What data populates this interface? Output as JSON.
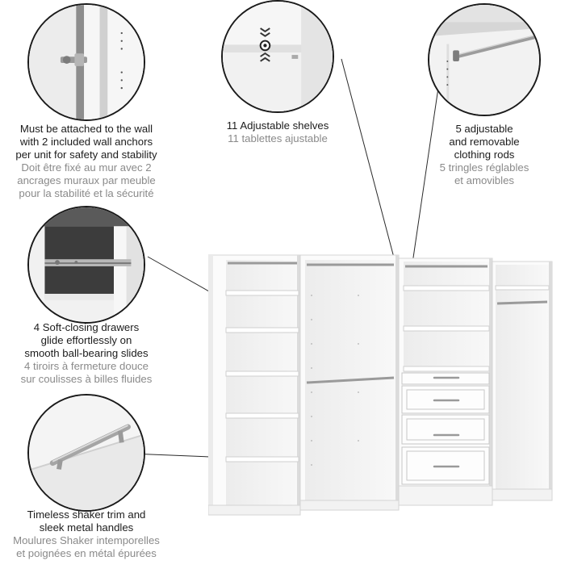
{
  "callouts": {
    "wall_anchor": {
      "en": [
        "Must be attached to the wall",
        "with 2 included wall anchors",
        "per unit for safety and stability"
      ],
      "fr": [
        "Doit être fixé au mur avec 2",
        "ancrages muraux par meuble",
        "pour la stabilité et la sécurité"
      ],
      "icon": "wall-anchor-icon"
    },
    "shelves": {
      "en": [
        "11 Adjustable shelves"
      ],
      "fr": [
        "11 tablettes ajustable"
      ],
      "icon": "shelf-pin-icon"
    },
    "rods": {
      "en": [
        "5 adjustable",
        "and removable",
        "clothing rods"
      ],
      "fr": [
        "5 tringles réglables",
        "et amovibles"
      ],
      "icon": "clothing-rod-icon"
    },
    "drawers": {
      "en": [
        "4 Soft-closing drawers",
        "glide effortlessly on",
        "smooth ball-bearing slides"
      ],
      "fr": [
        "4 tiroirs à fermeture douce",
        "sur coulisses à billes fluides"
      ],
      "icon": "drawer-slide-icon"
    },
    "handles": {
      "en": [
        "Timeless shaker trim and",
        "sleek metal handles"
      ],
      "fr": [
        "Moulures Shaker intemporelles",
        "et poignées en métal épurées"
      ],
      "icon": "metal-handle-icon"
    }
  },
  "colors": {
    "english_text": "#1c1c1c",
    "french_text": "#8a8a8a",
    "leader_line": "#2a2a2a",
    "cabinet_white": "#fbfbfb",
    "cabinet_shadow": "#e6e6e6"
  }
}
